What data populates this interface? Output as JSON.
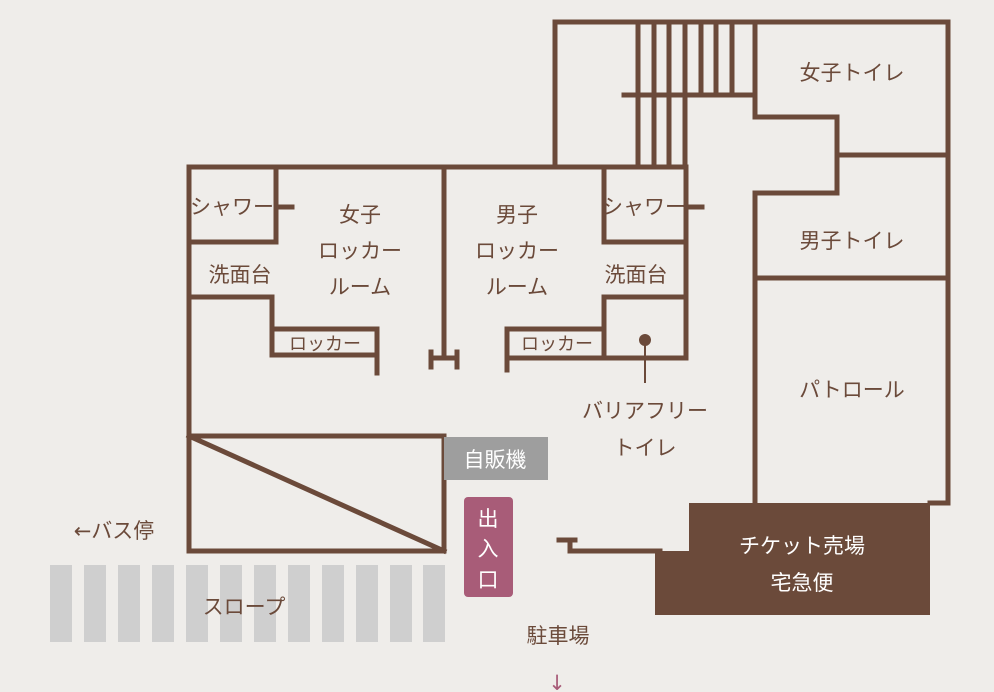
{
  "colors": {
    "wall": "#6b4a3a",
    "background": "#efedea",
    "entrance": "#a85c78",
    "vending": "#9e9e9e",
    "slope": "#cfcfcf"
  },
  "rooms": {
    "womens_toilet": "女子トイレ",
    "mens_toilet": "男子トイレ",
    "patrol": "パトロール",
    "womens_shower": "シャワー",
    "mens_shower": "シャワー",
    "womens_wash": "洗面台",
    "mens_wash": "洗面台",
    "womens_locker_room": [
      "女子",
      "ロッカー",
      "ルーム"
    ],
    "mens_locker_room": [
      "男子",
      "ロッカー",
      "ルーム"
    ],
    "womens_locker": "ロッカー",
    "mens_locker": "ロッカー",
    "barrier_free_toilet": [
      "バリアフリー",
      "トイレ"
    ],
    "vending": "自販機",
    "entrance": [
      "出",
      "入",
      "口"
    ],
    "ticket": [
      "チケット売場",
      "宅急便"
    ],
    "slope": "スロープ",
    "bus_stop": "←バス停",
    "parking": "駐車場",
    "parking_arrow": "↓"
  }
}
